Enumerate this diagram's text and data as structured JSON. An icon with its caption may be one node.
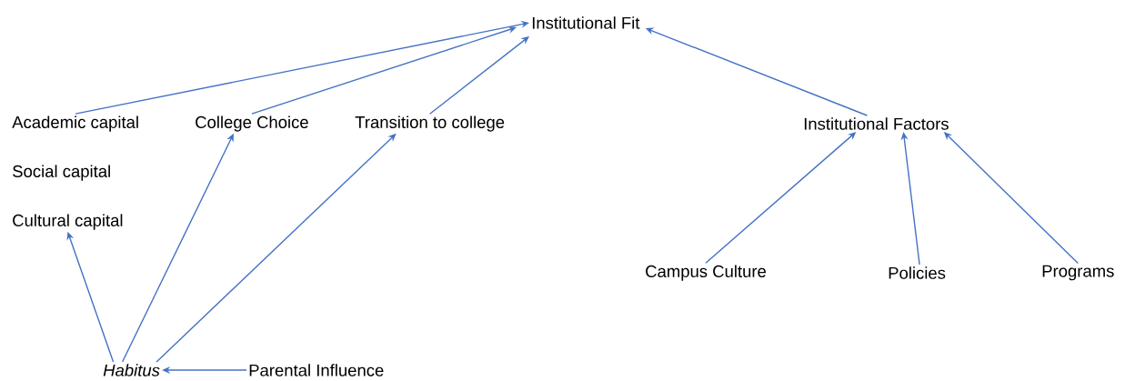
{
  "diagram": {
    "nodes": [
      {
        "text": [
          "Institutional Fit"
        ]
      },
      {
        "text": [
          "Academic capital"
        ]
      },
      {
        "text": [
          "College Choice"
        ]
      },
      {
        "text": [
          "Transition to college"
        ]
      },
      {
        "text": [
          "Institutional Factors"
        ]
      },
      {
        "text": [
          "Social capital"
        ]
      },
      {
        "text": [
          "Cultural capital"
        ]
      },
      {
        "text": [
          "Campus Culture"
        ]
      },
      {
        "text": [
          "Policies"
        ]
      },
      {
        "text": [
          "Programs"
        ]
      },
      {
        "text": [
          "Habitus"
        ]
      },
      {
        "text": [
          "Parental Influence"
        ]
      }
    ],
    "edges": [
      {
        "from": 1,
        "to": 0,
        "arrow": "to"
      },
      {
        "from": 2,
        "to": 0,
        "arrow": "to"
      },
      {
        "from": 3,
        "to": 0,
        "arrow": "to"
      },
      {
        "from": 4,
        "to": 0,
        "arrow": "to"
      },
      {
        "from": 7,
        "to": 4,
        "arrow": "to"
      },
      {
        "from": 8,
        "to": 4,
        "arrow": "to"
      },
      {
        "from": 9,
        "to": 4,
        "arrow": "to"
      },
      {
        "from": 10,
        "to": 6,
        "arrow": "to"
      },
      {
        "from": 10,
        "to": 2,
        "arrow": "to"
      },
      {
        "from": 10,
        "to": 3,
        "arrow": "to"
      },
      {
        "from": 11,
        "to": 10,
        "arrow": "to"
      }
    ]
  }
}
